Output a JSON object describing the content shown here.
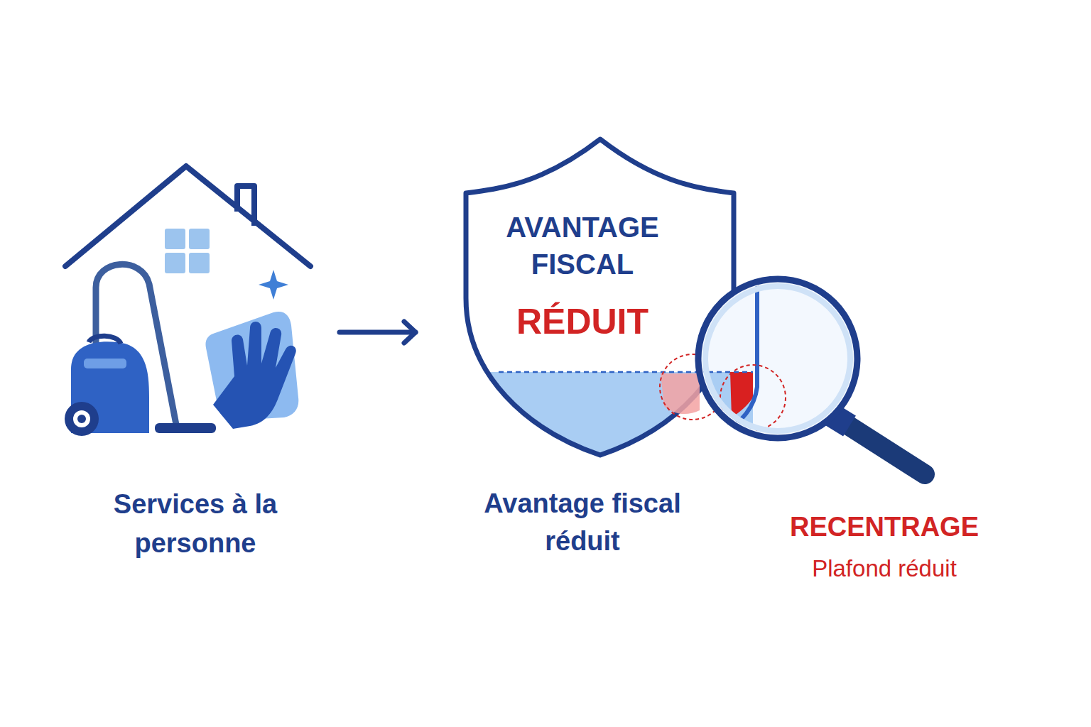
{
  "diagram": {
    "nodes": [
      {
        "text": [
          "Services à la personne"
        ]
      },
      {
        "text": [
          "AVANTAGE FISCAL",
          "RÉDUIT",
          "Avantage fiscal réduit"
        ]
      },
      {
        "text": [
          "RECENTRAGE",
          "Plafond réduit"
        ]
      }
    ],
    "edges": [
      {
        "from": 0,
        "to": 1,
        "arrow": "to"
      }
    ]
  }
}
